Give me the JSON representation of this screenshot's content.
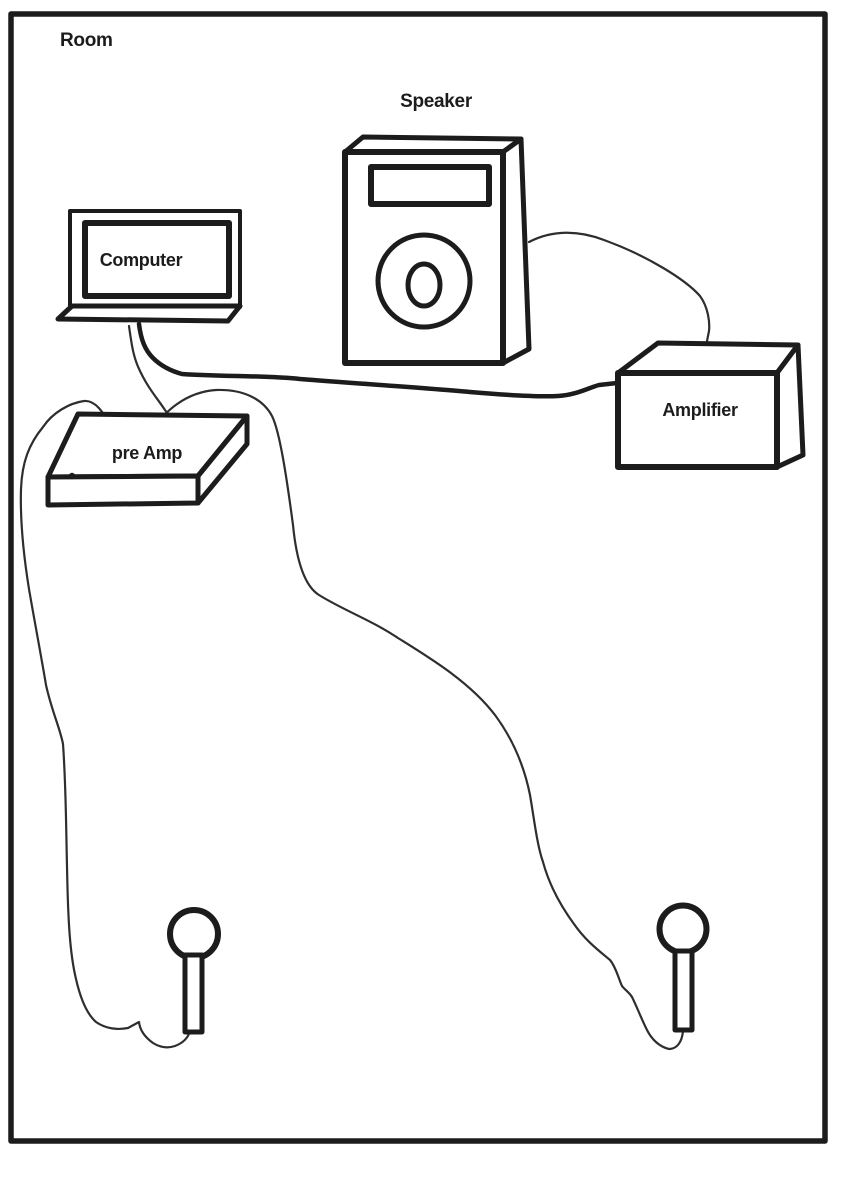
{
  "diagram": {
    "room_label": "Room",
    "speaker_label": "Speaker",
    "computer_label": "Computer",
    "amplifier_label": "Amplifier",
    "preamp_label": "pre Amp"
  },
  "colors": {
    "ink": "#1c1c1c",
    "cable": "#2e2e2e",
    "paper": "#ffffff"
  },
  "connections": [
    {
      "id": "speaker-amplifier",
      "from": "speaker",
      "to": "amplifier",
      "line": "thin"
    },
    {
      "id": "computer-amplifier",
      "from": "computer",
      "to": "amplifier",
      "line": "thick"
    },
    {
      "id": "computer-preamp",
      "from": "computer",
      "to": "preamp",
      "line": "thin"
    },
    {
      "id": "preamp-left-microphone",
      "from": "preamp",
      "to": "left-microphone",
      "line": "thin"
    },
    {
      "id": "preamp-right-microphone",
      "from": "preamp",
      "to": "right-microphone",
      "line": "thin"
    }
  ]
}
